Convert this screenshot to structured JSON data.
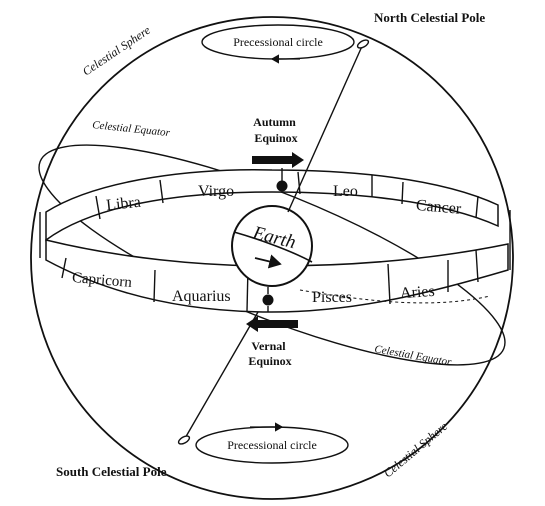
{
  "labels": {
    "north_pole": "North Celestial Pole",
    "south_pole": "South Celestial Pole",
    "celestial_sphere_top": "Celestial Sphere",
    "celestial_sphere_bottom": "Celestial Sphere",
    "celestial_equator_top": "Celestial Equator",
    "celestial_equator_bottom": "Celestial Equator",
    "precessional_top": "Precessional circle",
    "precessional_bottom": "Precessional circle",
    "autumn_equinox_line1": "Autumn",
    "autumn_equinox_line2": "Equinox",
    "vernal_equinox_line1": "Vernal",
    "vernal_equinox_line2": "Equinox",
    "earth": "Earth"
  },
  "zodiac": {
    "back": [
      "Libra",
      "Virgo",
      "Leo",
      "Cancer"
    ],
    "front": [
      "Capricorn",
      "Aquarius",
      "Pisces",
      "Aries"
    ]
  }
}
